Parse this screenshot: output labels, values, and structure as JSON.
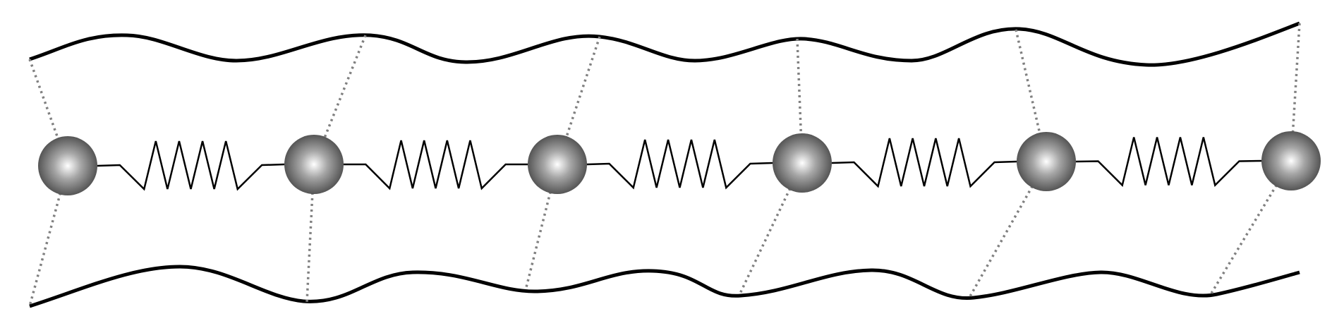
{
  "diagram": {
    "kind": "mass-spring chain between two wavy boundaries",
    "mass_count": 6,
    "spring_count": 5,
    "connector_style": "dotted",
    "colors": {
      "background": "#ffffff",
      "boundary": "#000000",
      "spring": "#000000",
      "connector": "#808080",
      "mass_highlight": "#ffffff",
      "mass_mid": "#a6a6a6",
      "mass_edge": "#555555"
    }
  }
}
